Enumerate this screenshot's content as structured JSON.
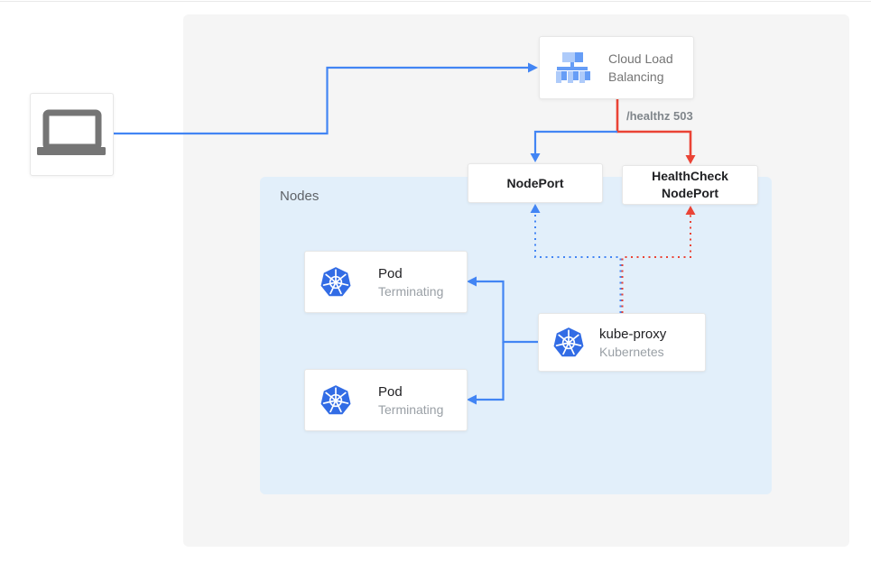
{
  "nodes_region": {
    "label": "Nodes"
  },
  "load_balancer": {
    "label": "Cloud Load Balancing"
  },
  "edge_labels": {
    "healthz": "/healthz 503"
  },
  "nodeport": {
    "label": "NodePort"
  },
  "healthcheck_nodeport": {
    "label": "HealthCheck NodePort"
  },
  "kube_proxy": {
    "title": "kube-proxy",
    "subtitle": "Kubernetes"
  },
  "pods": [
    {
      "title": "Pod",
      "subtitle": "Terminating"
    },
    {
      "title": "Pod",
      "subtitle": "Terminating"
    }
  ],
  "colors": {
    "blue": "#4285F4",
    "red": "#EA4335",
    "nodes_bg": "#E2EFFA",
    "panel_bg": "#F5F5F5",
    "kubernetes_blue": "#326CE5",
    "lb_icon_light": "#AECBFA",
    "lb_icon_medium": "#669DF6",
    "laptop_gray": "#757575"
  }
}
